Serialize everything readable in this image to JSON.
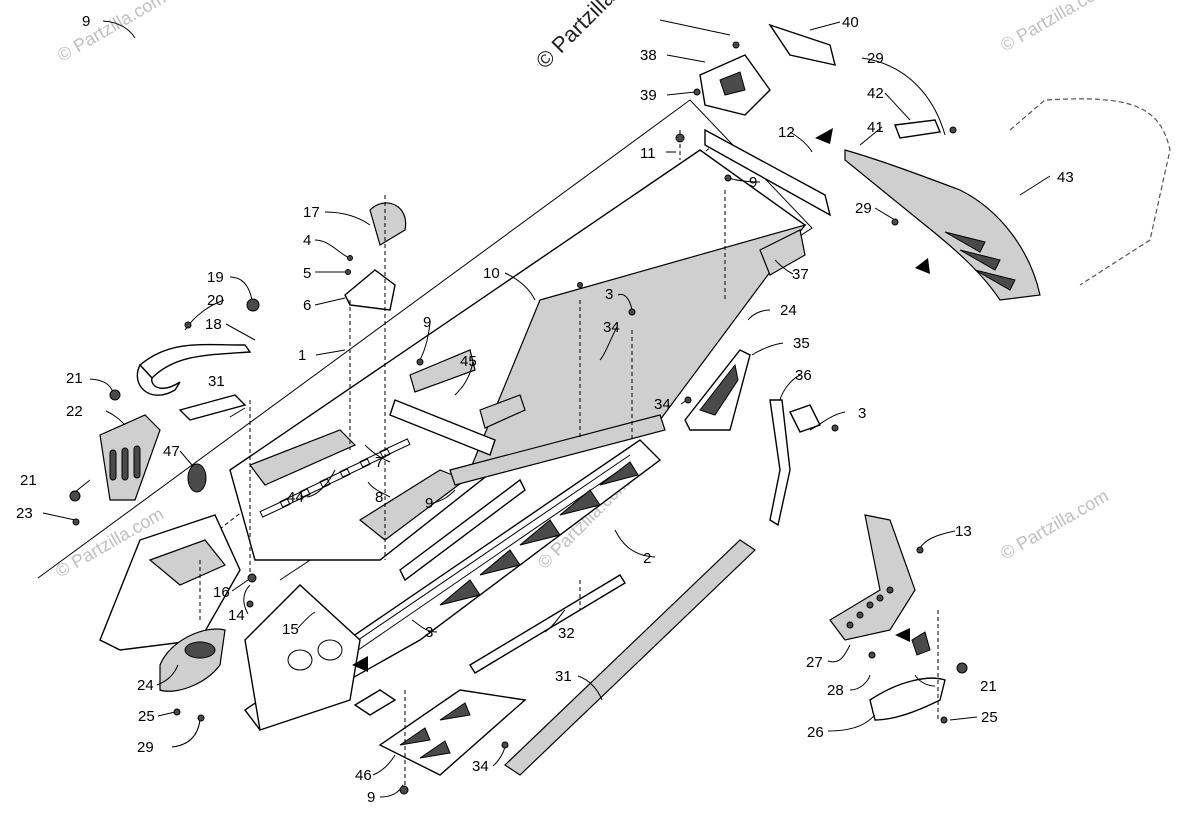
{
  "watermarks": {
    "main": "© Partzilla",
    "corner": "© Partzilla.com"
  },
  "callouts": [
    {
      "id": "c1",
      "label": "1"
    },
    {
      "id": "c2",
      "label": "2"
    },
    {
      "id": "c3a",
      "label": "3"
    },
    {
      "id": "c3b",
      "label": "3"
    },
    {
      "id": "c3c",
      "label": "3"
    },
    {
      "id": "c4",
      "label": "4"
    },
    {
      "id": "c5",
      "label": "5"
    },
    {
      "id": "c6",
      "label": "6"
    },
    {
      "id": "c7",
      "label": "7"
    },
    {
      "id": "c8",
      "label": "8"
    },
    {
      "id": "c9a",
      "label": "9"
    },
    {
      "id": "c9b",
      "label": "9"
    },
    {
      "id": "c9c",
      "label": "9"
    },
    {
      "id": "c9d",
      "label": "9"
    },
    {
      "id": "c9e",
      "label": "9"
    },
    {
      "id": "c10",
      "label": "10"
    },
    {
      "id": "c11",
      "label": "11"
    },
    {
      "id": "c12",
      "label": "12"
    },
    {
      "id": "c13",
      "label": "13"
    },
    {
      "id": "c14",
      "label": "14"
    },
    {
      "id": "c15",
      "label": "15"
    },
    {
      "id": "c16",
      "label": "16"
    },
    {
      "id": "c17",
      "label": "17"
    },
    {
      "id": "c18",
      "label": "18"
    },
    {
      "id": "c19",
      "label": "19"
    },
    {
      "id": "c20",
      "label": "20"
    },
    {
      "id": "c21a",
      "label": "21"
    },
    {
      "id": "c21b",
      "label": "21"
    },
    {
      "id": "c21c",
      "label": "21"
    },
    {
      "id": "c22",
      "label": "22"
    },
    {
      "id": "c23",
      "label": "23"
    },
    {
      "id": "c24a",
      "label": "24"
    },
    {
      "id": "c24b",
      "label": "24"
    },
    {
      "id": "c25a",
      "label": "25"
    },
    {
      "id": "c25b",
      "label": "25"
    },
    {
      "id": "c26",
      "label": "26"
    },
    {
      "id": "c27",
      "label": "27"
    },
    {
      "id": "c28",
      "label": "28"
    },
    {
      "id": "c29a",
      "label": "29"
    },
    {
      "id": "c29b",
      "label": "29"
    },
    {
      "id": "c29c",
      "label": "29"
    },
    {
      "id": "c31a",
      "label": "31"
    },
    {
      "id": "c31b",
      "label": "31"
    },
    {
      "id": "c32",
      "label": "32"
    },
    {
      "id": "c34a",
      "label": "34"
    },
    {
      "id": "c34b",
      "label": "34"
    },
    {
      "id": "c34c",
      "label": "34"
    },
    {
      "id": "c35",
      "label": "35"
    },
    {
      "id": "c36",
      "label": "36"
    },
    {
      "id": "c37",
      "label": "37"
    },
    {
      "id": "c38",
      "label": "38"
    },
    {
      "id": "c39",
      "label": "39"
    },
    {
      "id": "c40",
      "label": "40"
    },
    {
      "id": "c41",
      "label": "41"
    },
    {
      "id": "c42",
      "label": "42"
    },
    {
      "id": "c43",
      "label": "43"
    },
    {
      "id": "c44",
      "label": "44"
    },
    {
      "id": "c45",
      "label": "45"
    },
    {
      "id": "c46",
      "label": "46"
    },
    {
      "id": "c47",
      "label": "47"
    }
  ]
}
